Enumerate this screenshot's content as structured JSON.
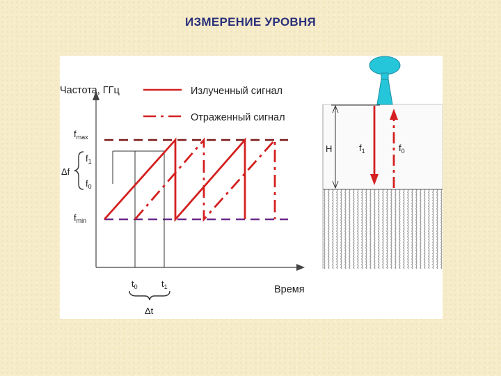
{
  "title": "ИЗМЕРЕНИЕ УРОВНЯ",
  "chart": {
    "y_axis_label": "Частота, ГГц",
    "x_axis_label": "Время",
    "legend": {
      "emitted": "Излученный сигнал",
      "reflected": "Отраженный сигнал"
    },
    "f_max": {
      "base": "f",
      "sub": "max"
    },
    "f_min": {
      "base": "f",
      "sub": "min"
    },
    "f1": {
      "base": "f",
      "sub": "1"
    },
    "f0": {
      "base": "f",
      "sub": "0"
    },
    "delta_f": "Δf",
    "t0": {
      "base": "t",
      "sub": "0"
    },
    "t1": {
      "base": "t",
      "sub": "1"
    },
    "delta_t": "Δt"
  },
  "tank": {
    "height_label": "H",
    "f1": {
      "base": "f",
      "sub": "1"
    },
    "f0": {
      "base": "f",
      "sub": "0"
    }
  },
  "colors": {
    "title": "#2a2f7a",
    "emitted": "#d42020",
    "reflected": "#d42020",
    "fmax_line": "#7a1a1a",
    "fmin_line": "#6a2a8a",
    "antenna": "#26c6da"
  }
}
